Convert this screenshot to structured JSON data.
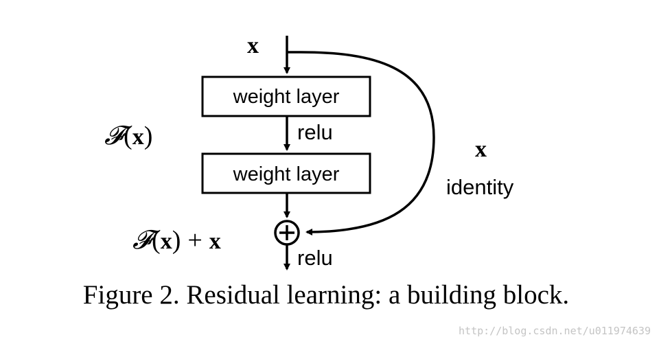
{
  "diagram": {
    "input_label": "x",
    "block1_label": "weight layer",
    "block2_label": "weight layer",
    "relu_label_1": "relu",
    "relu_label_2": "relu",
    "residual_fn": {
      "script": "𝓕",
      "open": "(",
      "var": "x",
      "close": ")"
    },
    "sum_expr": {
      "script": "𝓕",
      "open": "(",
      "var": "x",
      "close": ")",
      "plus": "+",
      "var2": "x"
    },
    "shortcut_var": "x",
    "shortcut_label": "identity",
    "adder_symbol": "⊕"
  },
  "caption": "Figure 2. Residual learning: a building block.",
  "watermark": "http://blog.csdn.net/u011974639",
  "colors": {
    "stroke": "#000000",
    "background": "#ffffff",
    "watermark": "#c4c4c4"
  }
}
